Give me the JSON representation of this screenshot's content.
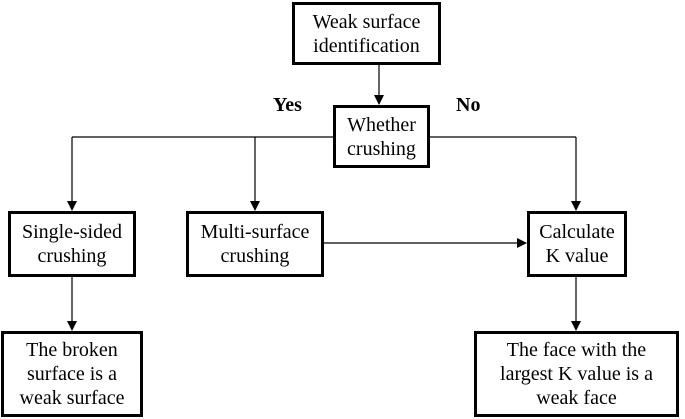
{
  "diagram": {
    "nodes": {
      "start": {
        "text": "Weak surface\nidentification"
      },
      "decision": {
        "text": "Whether\ncrushing"
      },
      "single": {
        "text": "Single-sided\ncrushing"
      },
      "multi": {
        "text": "Multi-surface\ncrushing"
      },
      "calc": {
        "text": "Calculate\nK value"
      },
      "broken": {
        "text": "The broken\nsurface is a\nweak surface"
      },
      "largest": {
        "text": "The face with the\nlargest K value is a\nweak face"
      }
    },
    "labels": {
      "yes": "Yes",
      "no": "No"
    },
    "edges": [
      {
        "from": "start",
        "to": "decision"
      },
      {
        "from": "decision",
        "to": "single",
        "label": "Yes"
      },
      {
        "from": "decision",
        "to": "multi",
        "label": "Yes"
      },
      {
        "from": "decision",
        "to": "calc",
        "label": "No"
      },
      {
        "from": "multi",
        "to": "calc"
      },
      {
        "from": "single",
        "to": "broken"
      },
      {
        "from": "calc",
        "to": "largest"
      }
    ],
    "colors": {
      "stroke": "#000000",
      "background": "#ffffff"
    }
  }
}
